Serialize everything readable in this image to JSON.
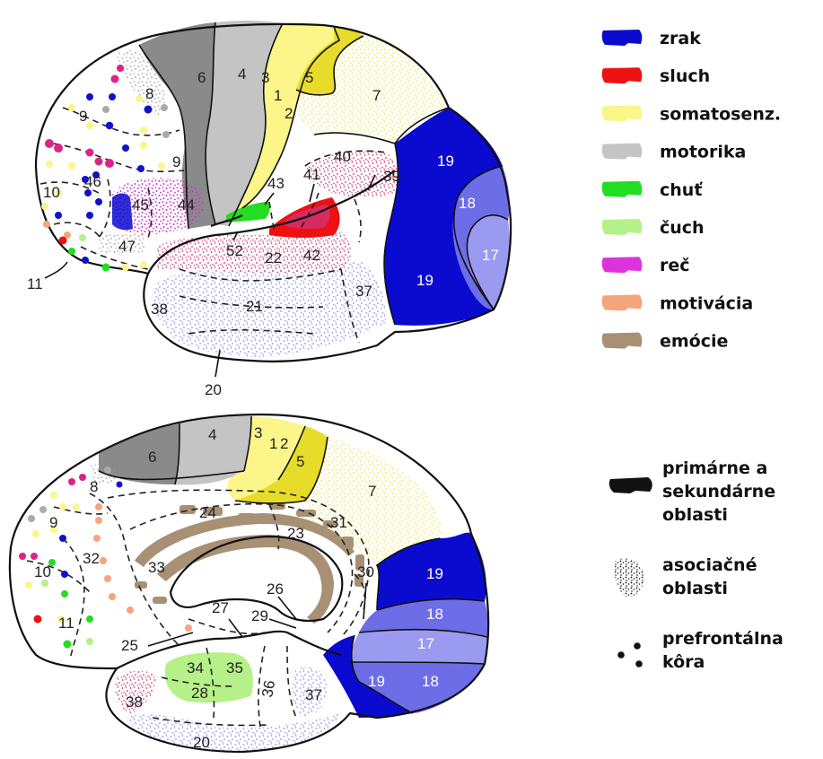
{
  "colors": {
    "vision_dark": "#0b0bd0",
    "vision_mid": "#6d6de8",
    "vision_light": "#9a9af0",
    "hearing": "#ee1111",
    "somatosensory": "#fbf58a",
    "somatosensory_strong": "#e8dc2a",
    "motor_dark": "#8a8a8a",
    "motor_light": "#c4c4c4",
    "taste": "#22dd22",
    "smell": "#b6f089",
    "speech": "#dd33dd",
    "motivation": "#f5a57a",
    "emotion": "#a89075",
    "assoc_speckle": "#d03070",
    "assoc_blue": "#a9a9ee"
  },
  "legend_top": [
    {
      "label": "zrak",
      "icon": "color-swatch",
      "color": "#0b0bd0"
    },
    {
      "label": "sluch",
      "icon": "color-swatch",
      "color": "#ee1111"
    },
    {
      "label": "somatosenz.",
      "icon": "color-swatch",
      "color": "#fbf58a"
    },
    {
      "label": "motorika",
      "icon": "color-swatch",
      "color": "#c4c4c4"
    },
    {
      "label": "chuť",
      "icon": "color-swatch",
      "color": "#22dd22"
    },
    {
      "label": "čuch",
      "icon": "color-swatch",
      "color": "#b6f089"
    },
    {
      "label": "reč",
      "icon": "color-swatch",
      "color": "#dd33dd"
    },
    {
      "label": "motivácia",
      "icon": "color-swatch",
      "color": "#f5a57a"
    },
    {
      "label": "emócie",
      "icon": "color-swatch",
      "color": "#a89075"
    }
  ],
  "legend_bottom": [
    {
      "lines": [
        "primárne a",
        "sekundárne",
        "oblasti"
      ],
      "icon": "solid-swatch-icon"
    },
    {
      "lines": [
        "asociačné",
        "oblasti"
      ],
      "icon": "speckle-swatch-icon"
    },
    {
      "lines": [
        "prefrontálna",
        "kôra"
      ],
      "icon": "dots-swatch-icon"
    }
  ],
  "lateral_areas": [
    "6",
    "4",
    "3",
    "1",
    "2",
    "5",
    "7",
    "8",
    "9",
    "9",
    "46",
    "10",
    "45",
    "44",
    "47",
    "11",
    "43",
    "41",
    "40",
    "39",
    "19",
    "18",
    "17",
    "19",
    "22",
    "52",
    "42",
    "21",
    "37",
    "38",
    "20"
  ],
  "medial_areas": [
    "6",
    "4",
    "3",
    "1",
    "2",
    "5",
    "7",
    "8",
    "9",
    "32",
    "10",
    "11",
    "33",
    "24",
    "23",
    "31",
    "30",
    "26",
    "29",
    "27",
    "25",
    "34",
    "35",
    "28",
    "36",
    "37",
    "19",
    "18",
    "17",
    "18",
    "19",
    "38",
    "20"
  ]
}
